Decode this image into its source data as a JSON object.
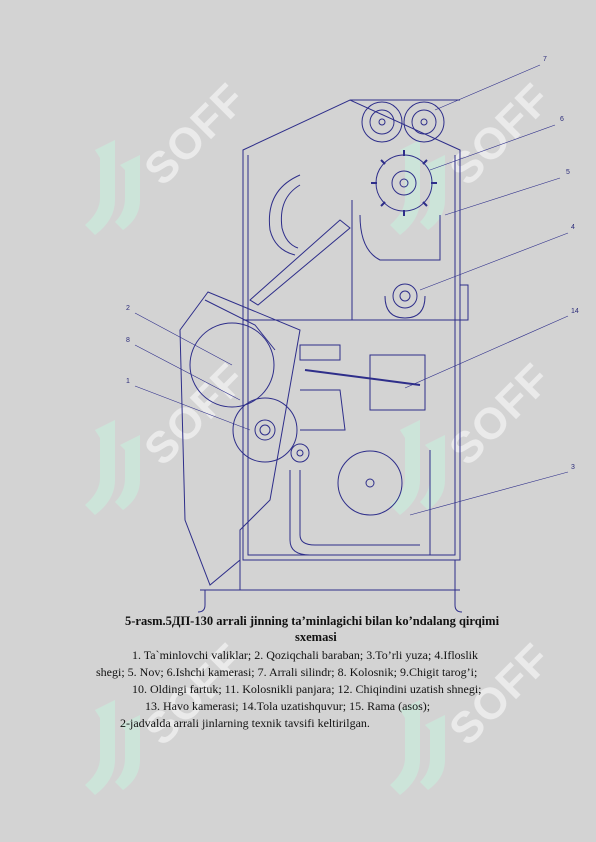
{
  "watermark": {
    "text": "SOFF",
    "color": "#c8f2df"
  },
  "callouts": [
    "7",
    "6",
    "5",
    "4",
    "14",
    "3",
    "2",
    "8",
    "1"
  ],
  "caption": {
    "title_line1": "5-rasm.5ДП-130 arrali  jinning ta’minlagichi bilan ko’ndalang qirqimi",
    "title_line2": "sxemasi",
    "legend_line1": "1. Ta`minlovchi valiklar;   2. Qoziqchali baraban; 3.To’rli yuza; 4.Ifloslik",
    "legend_line2": "shegi; 5. Nov; 6.Ishchi kamerasi; 7. Arrali silindr; 8. Kolosnik; 9.Chigit tarog’i;",
    "legend_line3": "10. Oldingi fartuk; 11. Kolosnikli panjara;  12. Chiqindini uzatish shnegi;",
    "legend_line4": "13. Havo kamerasi; 14.Tola uzatishquvur; 15. Rama (asos);",
    "note": "2-jadvalda arrali jinlarning texnik tavsifi keltirilgan."
  },
  "colors": {
    "line": "#2e2e8a",
    "background": "#d3d3d3",
    "watermark": "#c8f2df"
  }
}
